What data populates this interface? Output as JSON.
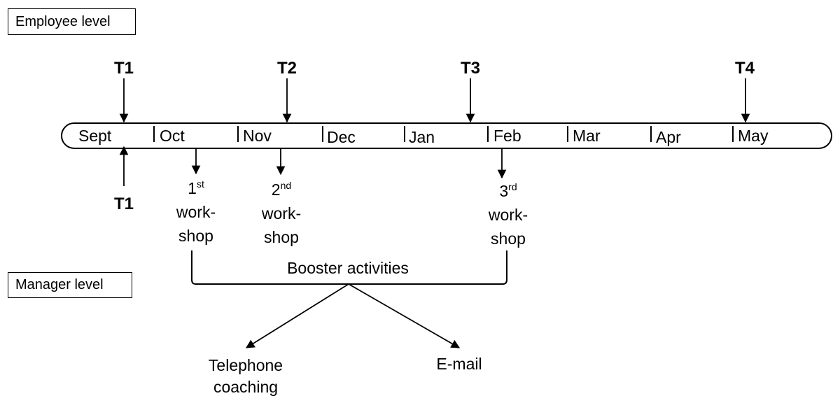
{
  "labels": {
    "employee_level": "Employee level",
    "manager_level": "Manager level"
  },
  "timeline": {
    "months": [
      "Sept",
      "Oct",
      "Nov",
      "Dec",
      "Jan",
      "Feb",
      "Mar",
      "Apr",
      "May"
    ]
  },
  "employee_markers": [
    "T1",
    "T2",
    "T3",
    "T4"
  ],
  "manager_marker": "T1",
  "workshops": [
    {
      "num": "1",
      "sup": "st",
      "line1": "work-",
      "line2": "shop"
    },
    {
      "num": "2",
      "sup": "nd",
      "line1": "work-",
      "line2": "shop"
    },
    {
      "num": "3",
      "sup": "rd",
      "line1": "work-",
      "line2": "shop"
    }
  ],
  "booster": {
    "title": "Booster activities",
    "branches": {
      "telephone_line1": "Telephone",
      "telephone_line2": "coaching",
      "email": "E-mail"
    }
  }
}
